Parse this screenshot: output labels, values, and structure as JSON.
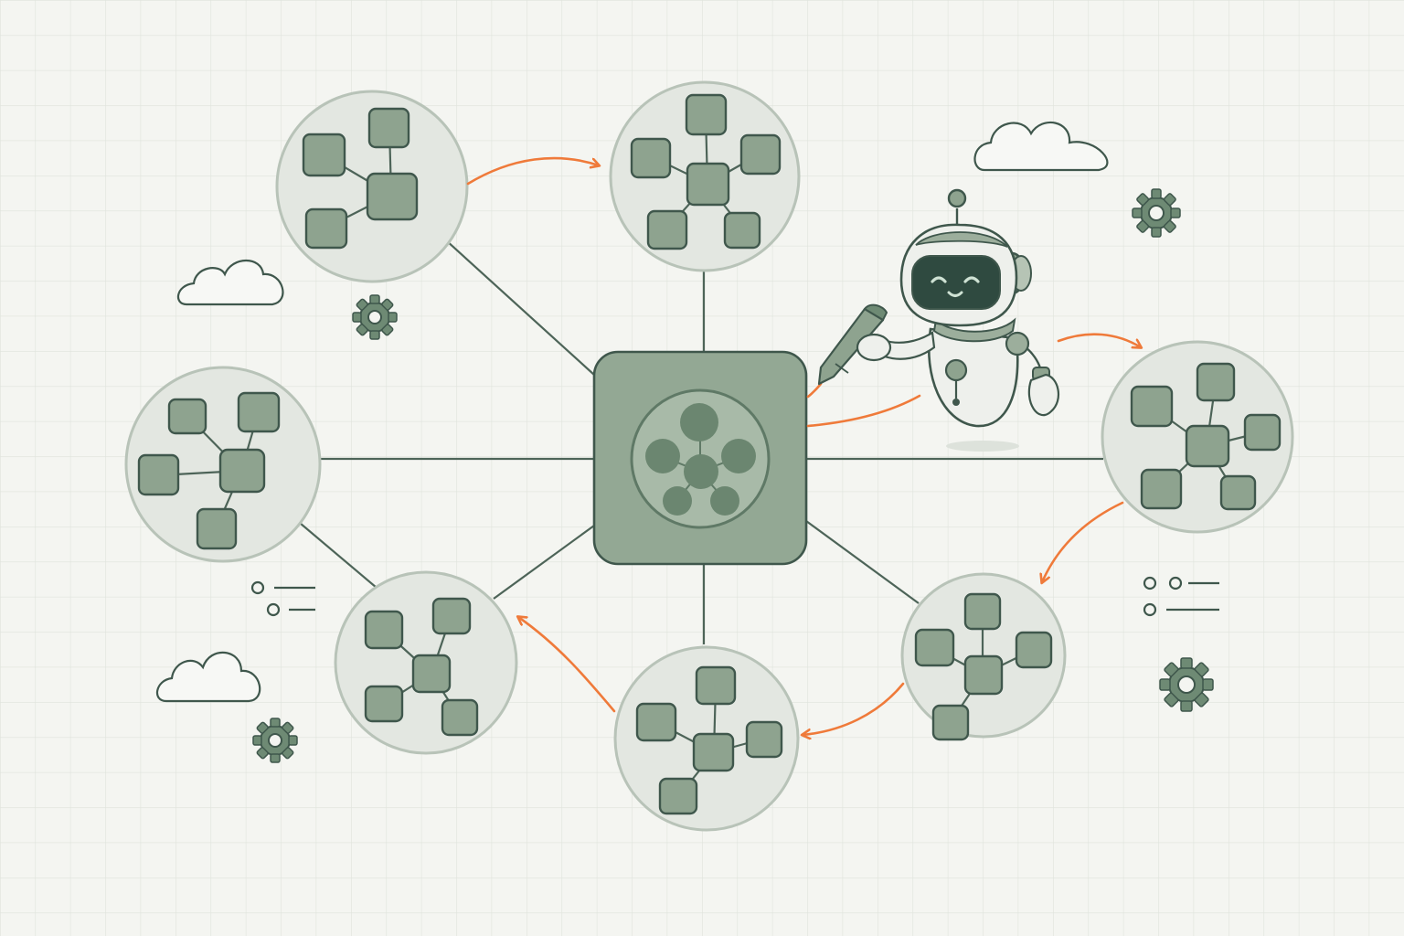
{
  "colors": {
    "background": "#f4f5f1",
    "grid": "#dfe3dc",
    "ink": "#3f574c",
    "node_fill": "#8ea38f",
    "node_dark": "#6e8a74",
    "cluster_fill": "#e3e7e1",
    "cluster_stroke": "#b8c3b8",
    "accent": "#ef7a3a",
    "robot_face": "#2f4a40",
    "robot_body": "#eef0ec"
  },
  "diagram": {
    "hub": {
      "label": "",
      "icon": "network-hub-icon"
    },
    "clusters": [
      {
        "id": "cluster-top-left"
      },
      {
        "id": "cluster-top-center"
      },
      {
        "id": "cluster-right"
      },
      {
        "id": "cluster-left"
      },
      {
        "id": "cluster-bottom-left"
      },
      {
        "id": "cluster-bottom-center"
      },
      {
        "id": "cluster-bottom-right"
      }
    ],
    "flow_arrows": [
      {
        "from": "cluster-top-left",
        "to": "cluster-top-center"
      },
      {
        "from": "robot",
        "to": "cluster-right"
      },
      {
        "from": "cluster-right",
        "to": "cluster-bottom-right"
      },
      {
        "from": "cluster-bottom-right",
        "to": "cluster-bottom-center"
      },
      {
        "from": "cluster-bottom-center",
        "to": "cluster-bottom-left"
      },
      {
        "from": "robot",
        "to": "hub"
      }
    ],
    "decorations": [
      "cloud-icon",
      "gear-icon",
      "list-lines-icon",
      "robot-with-pen"
    ]
  }
}
